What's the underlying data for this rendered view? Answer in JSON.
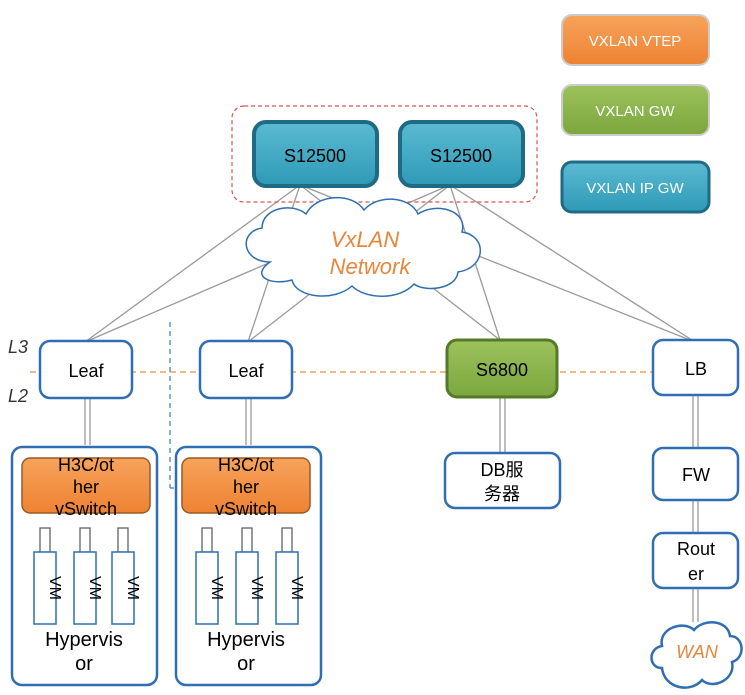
{
  "legend": {
    "vtep": "VXLAN VTEP",
    "gw": "VXLAN GW",
    "ipgw": "VXLAN IP GW"
  },
  "core": {
    "left": "S12500",
    "right": "S12500"
  },
  "cloud": {
    "line1": "VxLAN",
    "line2": "Network"
  },
  "layers": {
    "l3": "L3",
    "l2": "L2"
  },
  "leaf1": "Leaf",
  "leaf2": "Leaf",
  "s6800": "S6800",
  "lb": "LB",
  "db": {
    "line1": "DB服",
    "line2": "务器"
  },
  "fw": "FW",
  "router": {
    "line1": "Rout",
    "line2": "er"
  },
  "wan": "WAN",
  "host1": {
    "vswitch": [
      "H3C/ot",
      "her",
      "vSwitch"
    ],
    "vm": "VM",
    "hypervisor": [
      "Hypervis",
      "or"
    ]
  },
  "host2": {
    "vswitch": [
      "H3C/ot",
      "her",
      "vSwitch"
    ],
    "vm": "VM",
    "hypervisor": [
      "Hypervis",
      "or"
    ]
  },
  "colors": {
    "vtep": "#F28C3C",
    "gw": "#8DB34D",
    "ipgw": "#3FA9C3",
    "border": "#2F6EB3",
    "dark_border": "#1F6A84",
    "wan_text": "#E8863A",
    "line": "#9A9A9A",
    "dash_red": "#D9534F",
    "dash_orange": "#F0A060",
    "dash_blue": "#3A7ABF"
  }
}
